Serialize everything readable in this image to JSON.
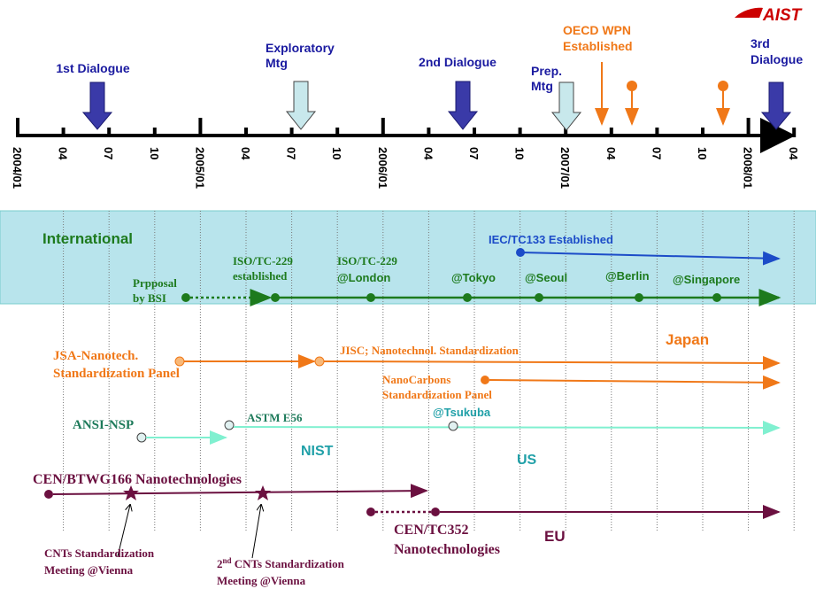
{
  "logo": {
    "text": "AIST",
    "color": "#cc0000"
  },
  "timeline": {
    "ticks": [
      "2004/01",
      "04",
      "07",
      "10",
      "2005/01",
      "04",
      "07",
      "10",
      "2006/01",
      "04",
      "07",
      "10",
      "2007/01",
      "04",
      "07",
      "10",
      "2008/01",
      "04"
    ],
    "events": [
      {
        "label_lines": [
          "1st Dialogue"
        ],
        "kind": "dark-arrow",
        "date": "2004/07"
      },
      {
        "label_lines": [
          "Exploratory",
          "Mtg"
        ],
        "kind": "light-arrow",
        "date": "2005/07"
      },
      {
        "label_lines": [
          "2nd Dialogue"
        ],
        "kind": "dark-arrow",
        "date": "2006/07"
      },
      {
        "label_lines": [
          "Prep.",
          "Mtg"
        ],
        "kind": "light-arrow",
        "date": "2006/12"
      },
      {
        "label_lines": [
          "OECD WPN",
          "Established"
        ],
        "kind": "orange-arrow",
        "date": "2007/03"
      },
      {
        "label_lines": [
          "3rd",
          "Dialogue"
        ],
        "kind": "dark-arrow",
        "date": "2008/04"
      }
    ]
  },
  "international": {
    "header": "International",
    "iec": "IEC/TC133 Established",
    "iso_texts": {
      "proposal": [
        "Prpposal",
        "by BSI"
      ],
      "established": [
        "ISO/TC-229",
        "established"
      ],
      "london": [
        "ISO/TC-229",
        "@London"
      ],
      "tokyo": "@Tokyo",
      "seoul": "@Seoul",
      "berlin": "@Berlin",
      "singapore": "@Singapore"
    }
  },
  "japan": {
    "region": "Japan",
    "jsa": [
      "JSA-Nanotech.",
      "Standardization Panel"
    ],
    "jisc": "JISC; Nanotechnol. Standardization",
    "nanocarbons": [
      "NanoCarbons",
      "Standardization Panel"
    ]
  },
  "us": {
    "region": "US",
    "ansi": "ANSI-NSP",
    "astm": "ASTM E56",
    "tsukuba": "@Tsukuba",
    "nist": "NIST"
  },
  "eu": {
    "region": "EU",
    "cen_btwg": "CEN/BTWG166 Nanotechnologies",
    "cen_tc": [
      "CEN/TC352",
      "Nanotechnologies"
    ],
    "vienna1": [
      "CNTs Standardization",
      "Meeting @Vienna"
    ],
    "vienna2_prefix": "2",
    "vienna2_sup": "nd",
    "vienna2_rest": " CNTs Standardization",
    "vienna2_line2": "Meeting @Vienna"
  },
  "colors": {
    "navy": "#1a1aa0",
    "dark_arrow": "#3a3aa8",
    "light_arrow": "#c8e8ec",
    "orange": "#f07818",
    "green": "#1d7a1d",
    "blue": "#1c4cc8",
    "teal": "#20a0a8",
    "maroon": "#6b1040",
    "intl_band": "#b8e4ec"
  }
}
